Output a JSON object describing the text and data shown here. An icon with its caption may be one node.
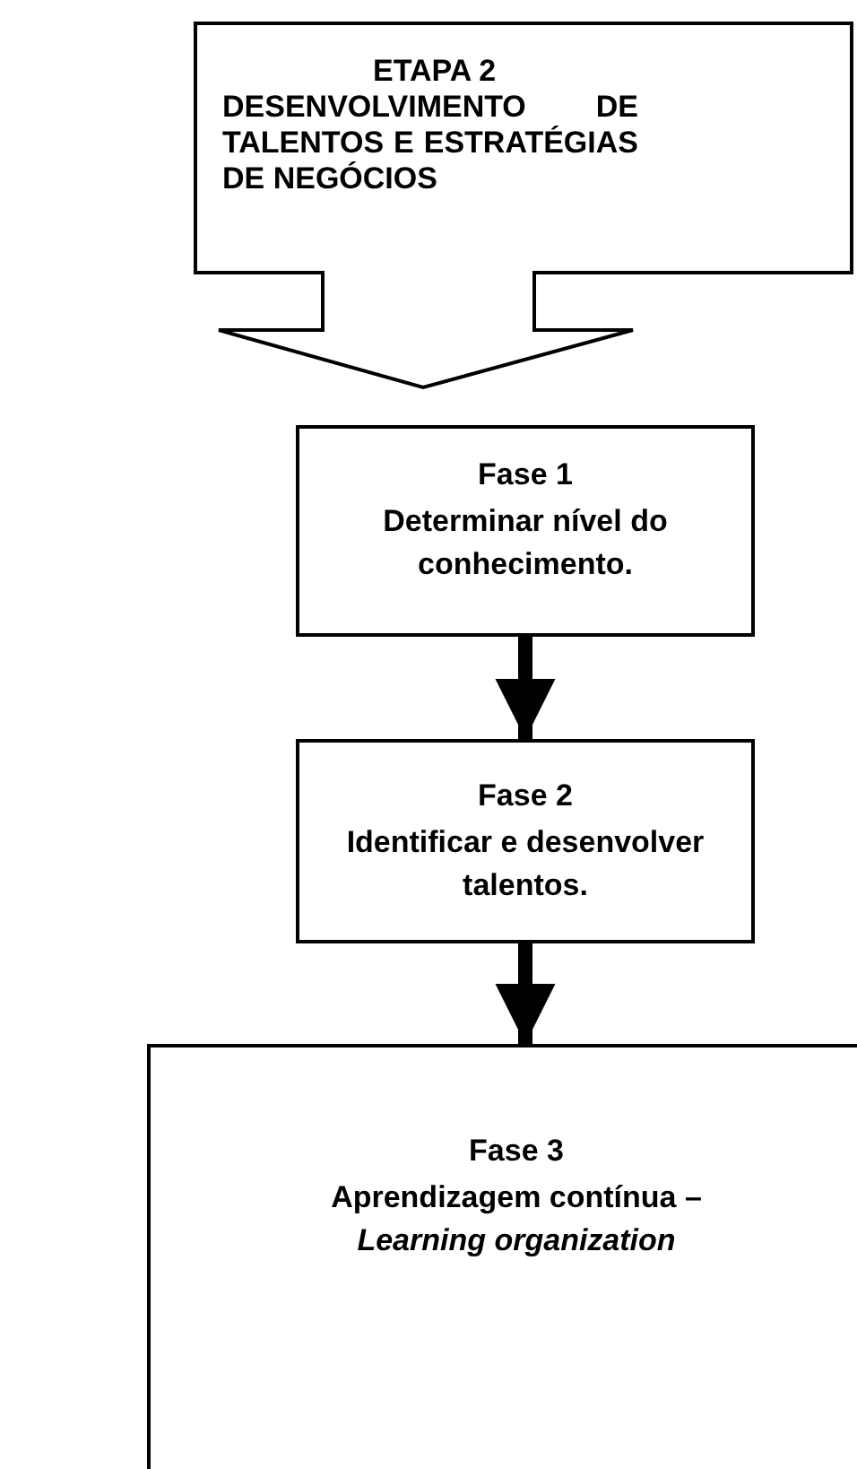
{
  "diagram": {
    "nodes": [
      {
        "text": [
          "ETAPA 2",
          "DESENVOLVIMENTO DE TALENTOS E ESTRATÉGIAS DE NEGÓCIOS"
        ]
      },
      {
        "text": [
          "Fase 1",
          "Determinar nível do conhecimento."
        ]
      },
      {
        "text": [
          "Fase 2",
          "Identificar e desenvolver talentos."
        ]
      },
      {
        "text": [
          "Fase 3",
          "Aprendizagem contínua – *Learning organization*"
        ]
      }
    ],
    "edges": [
      {
        "from": 1,
        "to": 2,
        "arrow": "to"
      },
      {
        "from": 2,
        "to": 3,
        "arrow": "to"
      }
    ]
  }
}
